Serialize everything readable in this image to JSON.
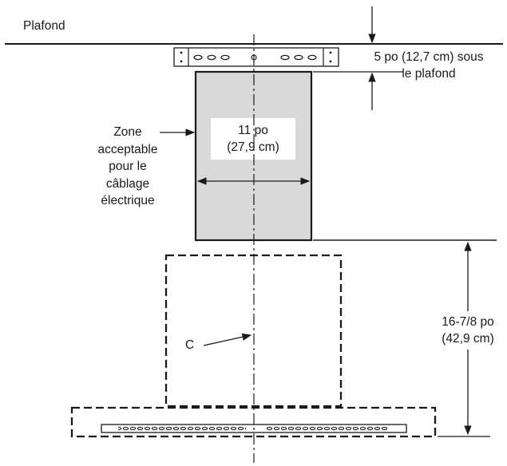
{
  "labels": {
    "ceiling": "Plafond",
    "offset_line1": "5 po (12,7 cm) sous",
    "offset_line2": "le plafond",
    "zone_lines": [
      "Zone",
      "acceptable",
      "pour le",
      "câblage",
      "électrique"
    ],
    "width_line1": "11 po",
    "width_line2": "(27,9 cm)",
    "height_line1": "16-7/8 po",
    "height_line2": "(42,9 cm)",
    "center": "C"
  },
  "colors": {
    "line": "#1a1a1a",
    "zone_fill": "#d9d9d9",
    "background": "#ffffff"
  }
}
